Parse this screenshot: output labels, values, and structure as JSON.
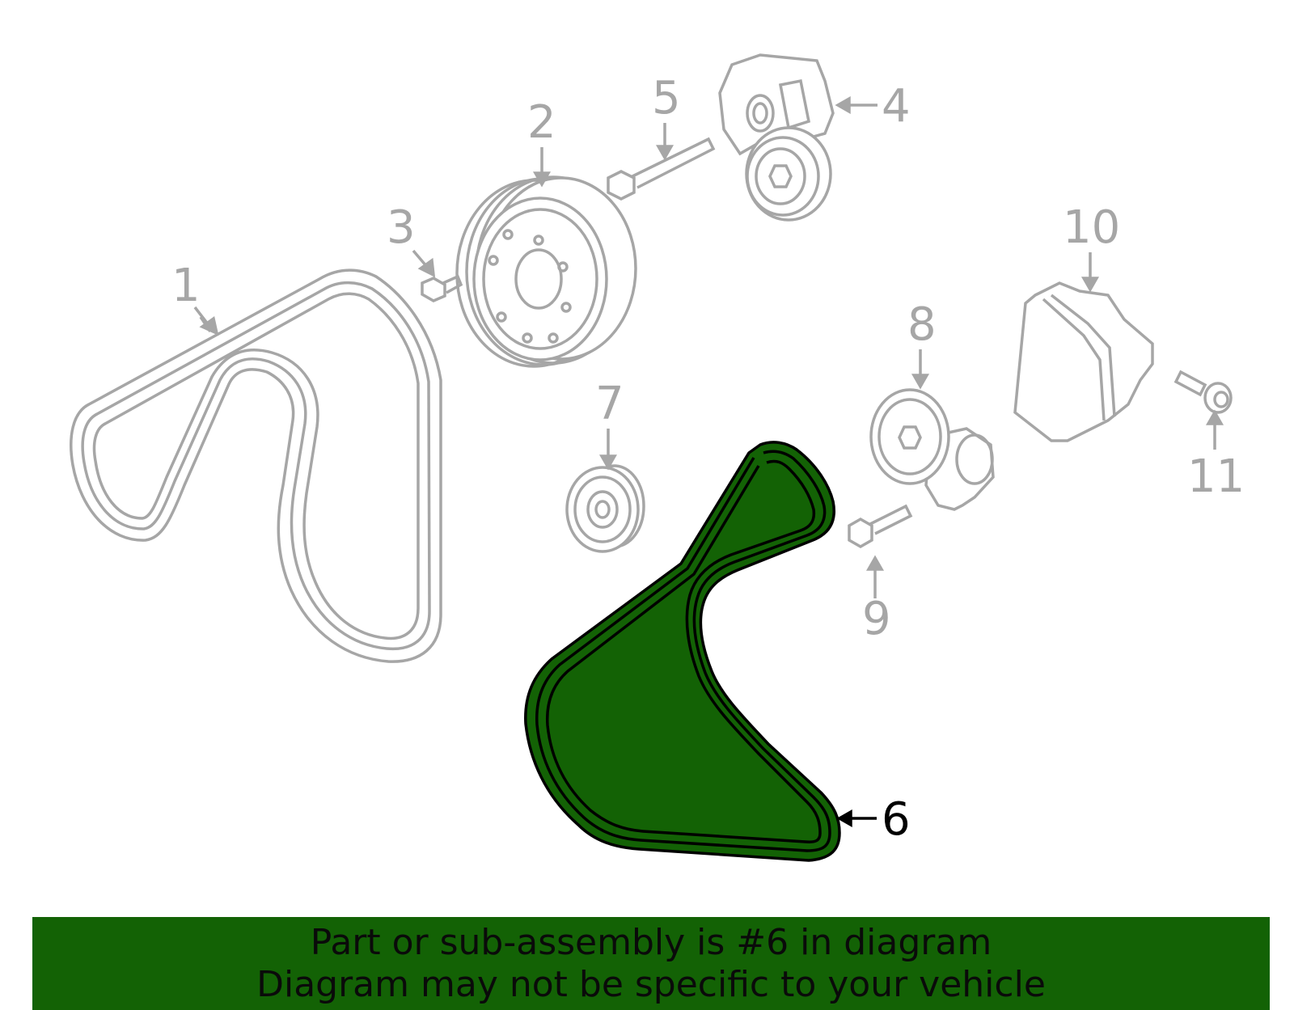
{
  "diagram": {
    "callouts": [
      {
        "id": "1",
        "label": "1"
      },
      {
        "id": "2",
        "label": "2"
      },
      {
        "id": "3",
        "label": "3"
      },
      {
        "id": "4",
        "label": "4"
      },
      {
        "id": "5",
        "label": "5"
      },
      {
        "id": "6",
        "label": "6",
        "highlighted": true
      },
      {
        "id": "7",
        "label": "7"
      },
      {
        "id": "8",
        "label": "8"
      },
      {
        "id": "9",
        "label": "9"
      },
      {
        "id": "10",
        "label": "10"
      },
      {
        "id": "11",
        "label": "11"
      }
    ],
    "colors": {
      "part_line": "#a6a6a6",
      "highlight_fill": "#136205",
      "highlight_stroke": "#000000",
      "banner_bg": "#136205"
    }
  },
  "banner": {
    "line1": "Part or sub-assembly is #6 in diagram",
    "line2": "Diagram may not be specific to your vehicle"
  }
}
